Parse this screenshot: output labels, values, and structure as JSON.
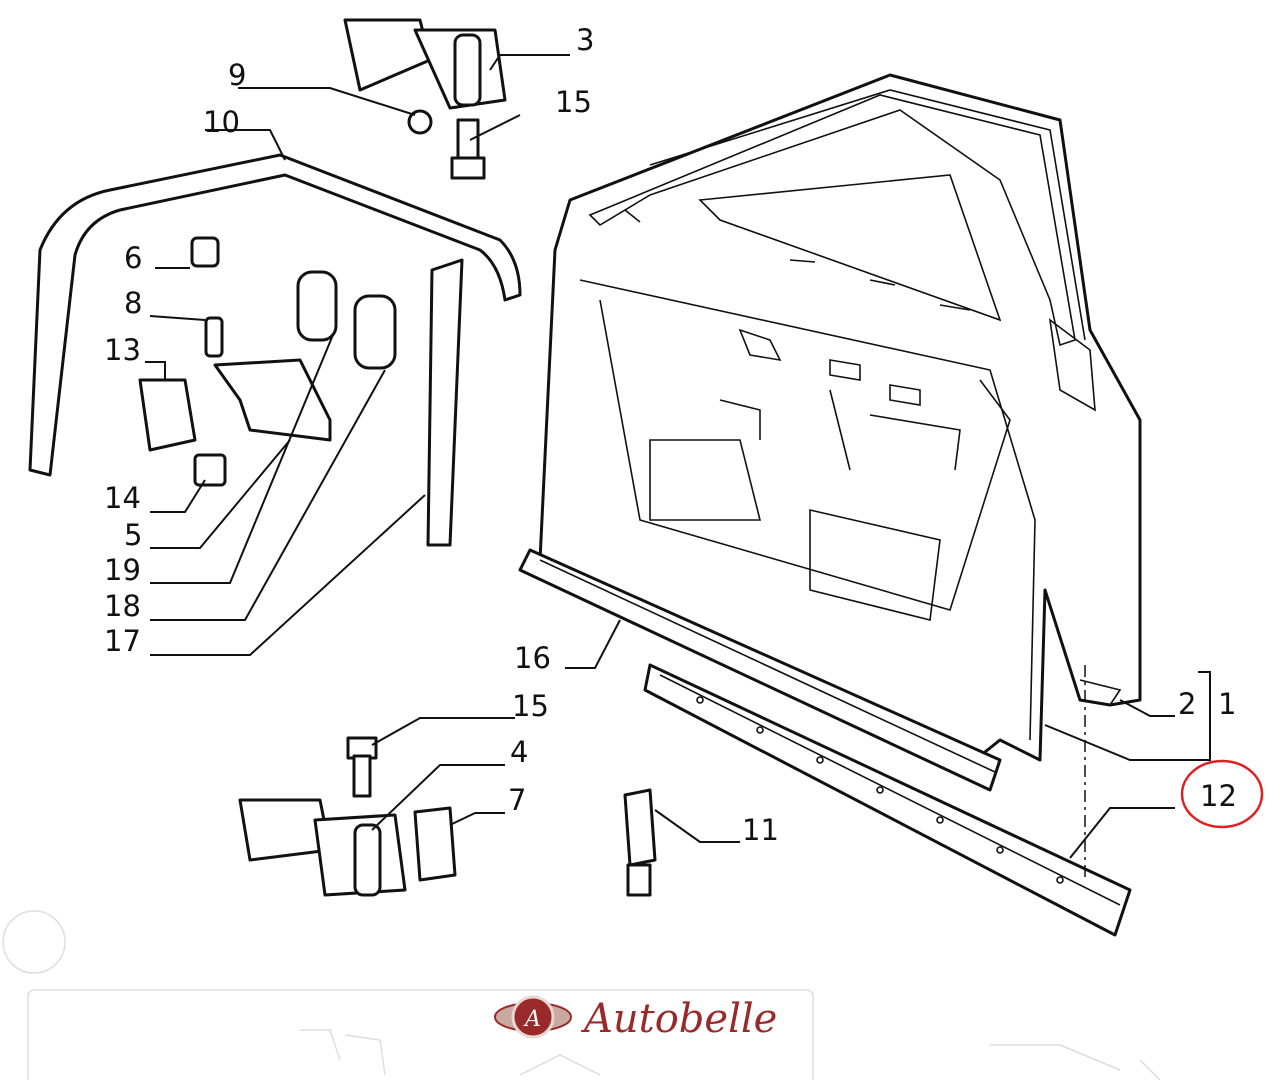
{
  "diagram": {
    "title": "Front door assembly exploded parts diagram",
    "labels": {
      "p3": "3",
      "p9": "9",
      "p15a": "15",
      "p10": "10",
      "p6": "6",
      "p8": "8",
      "p13": "13",
      "p14": "14",
      "p5": "5",
      "p19": "19",
      "p18": "18",
      "p17": "17",
      "p16": "16",
      "p15b": "15",
      "p4": "4",
      "p7": "7",
      "p11": "11",
      "p2": "2",
      "p1": "1",
      "p12": "12"
    },
    "highlighted_part": "12",
    "highlight_color": "#e02020"
  },
  "watermark": {
    "brand": "Autobelle",
    "brand_color": "#9a2a2a"
  }
}
